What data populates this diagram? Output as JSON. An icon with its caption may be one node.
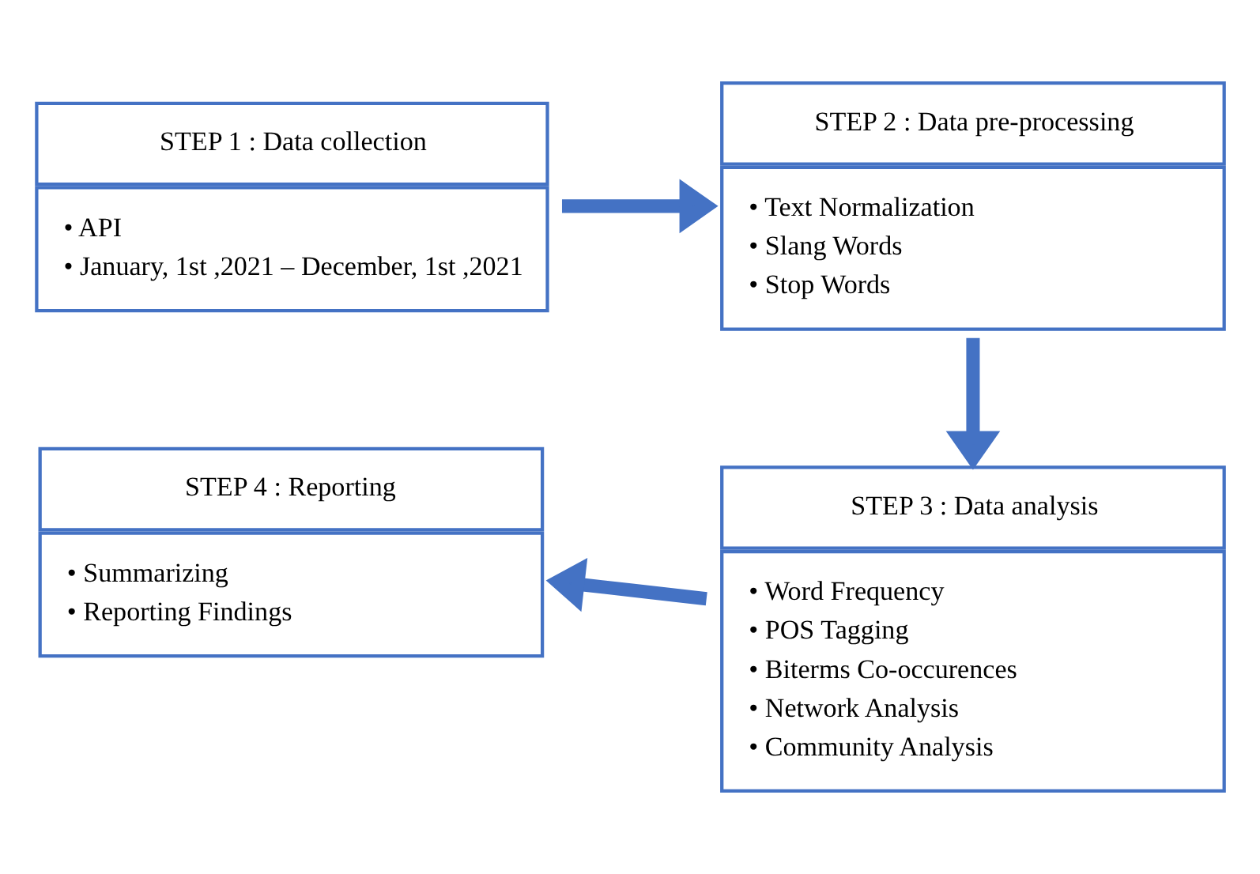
{
  "diagram": {
    "nodes": [
      {
        "text": [
          "STEP 1 : Data collection",
          "• API",
          "• January, 1st ,2021 – December, 1st ,2021"
        ]
      },
      {
        "text": [
          "STEP 2 : Data pre-processing",
          "• Text Normalization",
          "• Slang Words",
          "• Stop Words"
        ]
      },
      {
        "text": [
          "STEP 3 : Data analysis",
          "• Word Frequency",
          "• POS Tagging",
          "• Biterms Co-occurences",
          "• Network Analysis",
          "• Community Analysis"
        ]
      },
      {
        "text": [
          "STEP 4 : Reporting",
          "• Summarizing",
          "• Reporting Findings"
        ]
      }
    ],
    "edges": [
      {
        "from": 0,
        "to": 1,
        "arrow": "to"
      },
      {
        "from": 1,
        "to": 2,
        "arrow": "to"
      },
      {
        "from": 2,
        "to": 3,
        "arrow": "to"
      }
    ]
  }
}
